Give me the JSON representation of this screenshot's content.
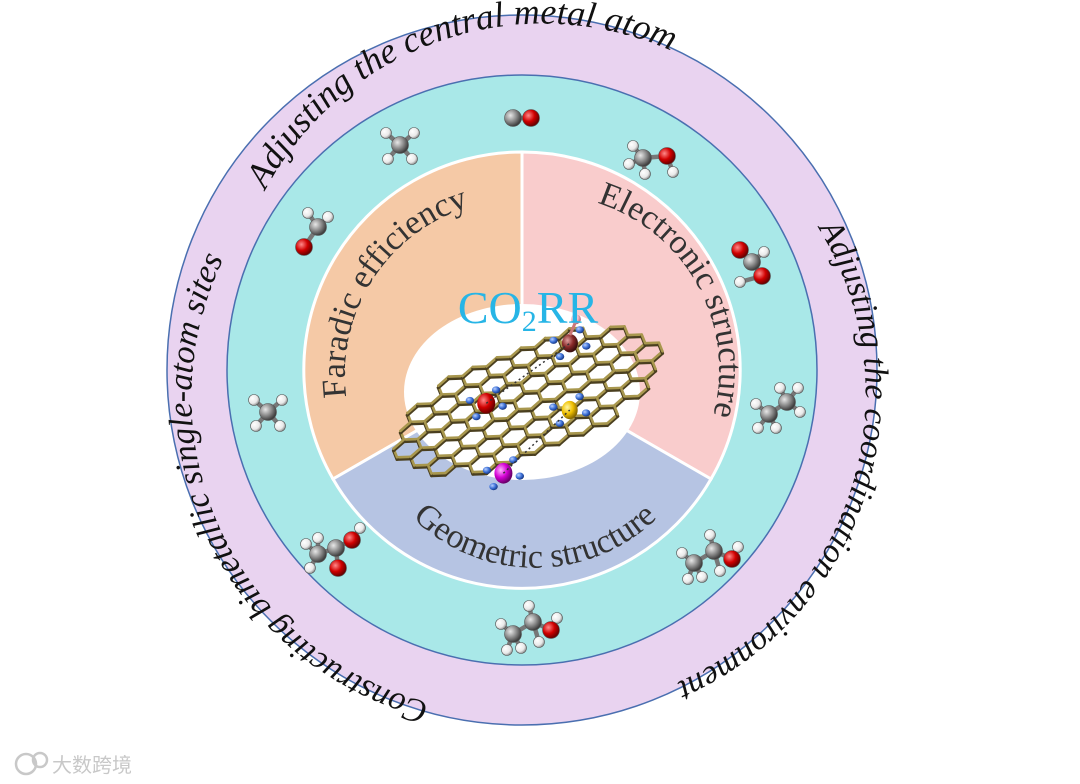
{
  "outer_ring": {
    "top_label": "Adjusting the central metal atom",
    "right_label": "Adjusting the coordination environment",
    "left_label": "Constructing bimetallic single-atom sites"
  },
  "inner_sectors": {
    "left_label": "Faradic efficiency",
    "right_label": "Electronic structure",
    "bottom_label": "Geometric structure"
  },
  "center": {
    "title_main": "CO",
    "title_sub": "2",
    "title_end": "RR"
  },
  "watermark": {
    "text": "大数跨境"
  },
  "colors": {
    "outer_ring": "#e9d3f0",
    "middle_ring": "#a9e8e8",
    "sector_left": "#f5c9a6",
    "sector_right": "#f9cccc",
    "sector_bottom": "#b6c4e3",
    "center_title": "#27b5e6",
    "oxygen": "#d40000",
    "carbon": "#8a8a8a",
    "hydrogen": "#ffffff"
  }
}
